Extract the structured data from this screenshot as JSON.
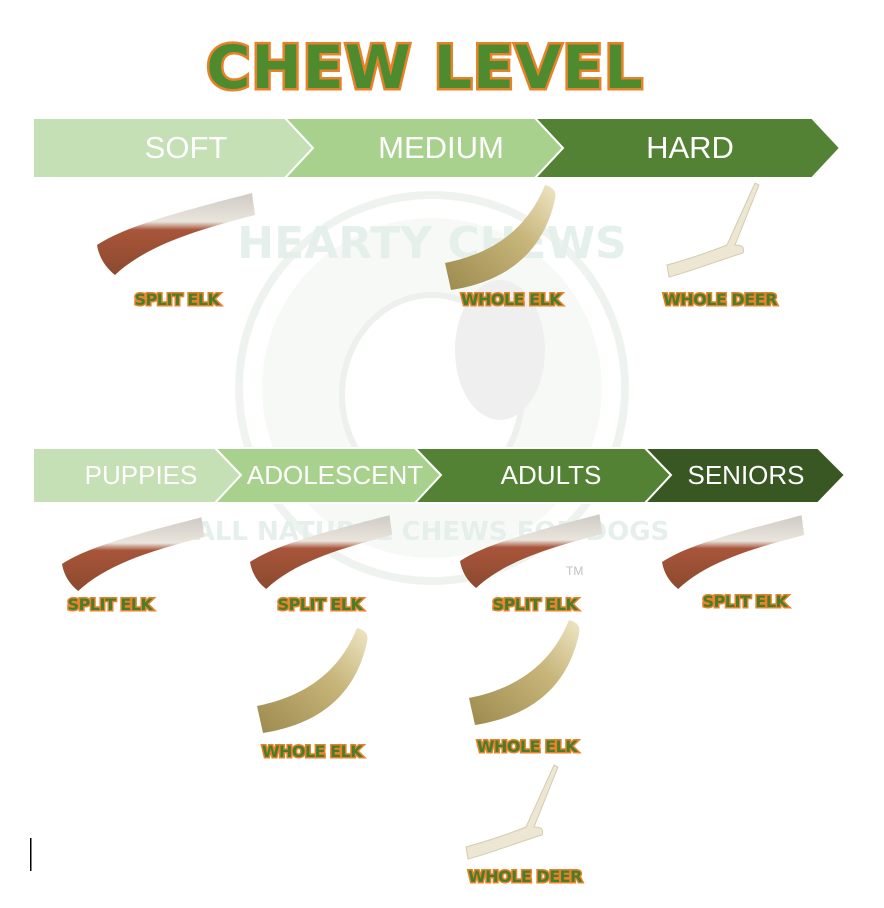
{
  "title": "CHEW LEVEL",
  "watermark": {
    "brand": "HEARTY CHEWS",
    "tagline": "ALL NATURAL CHEWS FOR DOGS",
    "tm": "TM"
  },
  "colors": {
    "light": "#c5e0b4",
    "medium": "#a9d18e",
    "dark": "#548235",
    "darkest": "#385723",
    "title_fill": "#4e8a2e",
    "title_outline": "#e8822a"
  },
  "chew_levels": [
    {
      "label": "SOFT",
      "items": [
        "SPLIT ELK"
      ]
    },
    {
      "label": "MEDIUM",
      "items": [
        "WHOLE ELK"
      ]
    },
    {
      "label": "HARD",
      "items": [
        "WHOLE DEER"
      ]
    }
  ],
  "age_groups": [
    {
      "label": "PUPPIES",
      "items": [
        "SPLIT ELK"
      ]
    },
    {
      "label": "ADOLESCENT",
      "items": [
        "SPLIT ELK",
        "WHOLE ELK"
      ]
    },
    {
      "label": "ADULTS",
      "items": [
        "SPLIT ELK",
        "WHOLE ELK",
        "WHOLE DEER"
      ]
    },
    {
      "label": "SENIORS",
      "items": [
        "SPLIT ELK"
      ]
    }
  ]
}
